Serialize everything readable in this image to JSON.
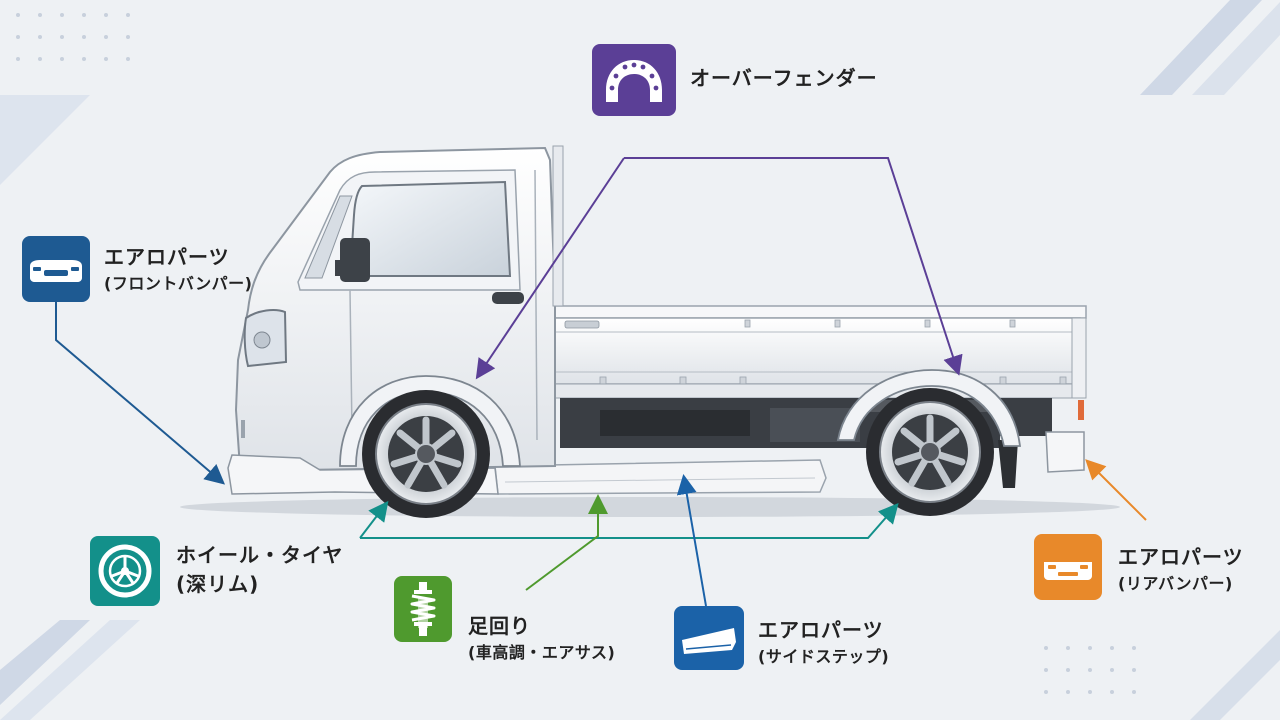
{
  "colors": {
    "fender": "#5b3f96",
    "front_bumper": "#1e5a92",
    "wheel": "#13908a",
    "suspension": "#4f9a2e",
    "side_step": "#1b62a8",
    "rear_bumper": "#e8892a"
  },
  "callouts": {
    "fender": {
      "title": "オーバーフェンダー",
      "icon": "fender-icon"
    },
    "front_bumper": {
      "title": "エアロパーツ",
      "sub": "(フロントバンパー)",
      "icon": "front-bumper-icon"
    },
    "wheel": {
      "title": "ホイール・タイヤ",
      "sub": "(深リム)",
      "icon": "wheel-icon"
    },
    "suspension": {
      "title": "足回り",
      "sub": "(車高調・エアサス)",
      "icon": "shock-absorber-icon"
    },
    "side_step": {
      "title": "エアロパーツ",
      "sub": "(サイドステップ)",
      "icon": "side-step-icon"
    },
    "rear_bumper": {
      "title": "エアロパーツ",
      "sub": "(リアバンパー)",
      "icon": "rear-bumper-icon"
    }
  }
}
